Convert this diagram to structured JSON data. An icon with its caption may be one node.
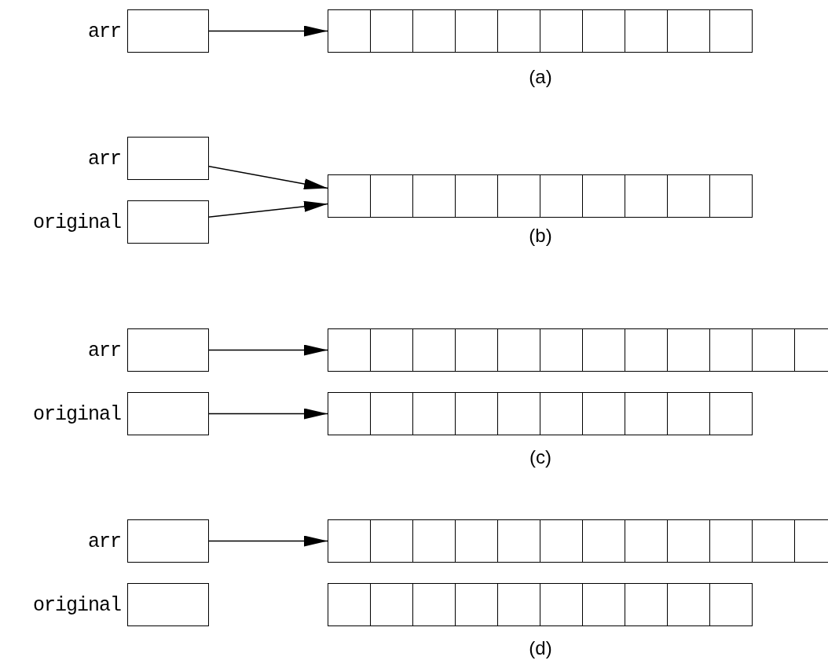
{
  "diagram": {
    "nodes": [
      {
        "text": [
          "arr"
        ]
      },
      {
        "text": [],
        "shape": "box"
      },
      {
        "text": [
          "arr"
        ]
      },
      {
        "text": [
          "original"
        ]
      },
      {
        "text": [],
        "shape": "box"
      },
      {
        "text": [
          "arr"
        ]
      },
      {
        "text": [],
        "shape": "box"
      },
      {
        "text": [
          "original"
        ]
      },
      {
        "text": [],
        "shape": "box"
      },
      {
        "text": [
          "arr"
        ]
      },
      {
        "text": [],
        "shape": "box"
      },
      {
        "text": [
          "original"
        ]
      },
      {
        "text": [],
        "shape": "box"
      }
    ],
    "edges": [
      {
        "from": 0,
        "to": 1,
        "arrow": "to"
      },
      {
        "from": 2,
        "to": 4,
        "arrow": "to"
      },
      {
        "from": 3,
        "to": 4,
        "arrow": "to"
      },
      {
        "from": 5,
        "to": 6,
        "arrow": "to"
      },
      {
        "from": 7,
        "to": 8,
        "arrow": "to"
      },
      {
        "from": 9,
        "to": 10,
        "arrow": "to"
      }
    ],
    "labels": [
      "(a)",
      "(b)",
      "(c)",
      "(d)"
    ]
  }
}
